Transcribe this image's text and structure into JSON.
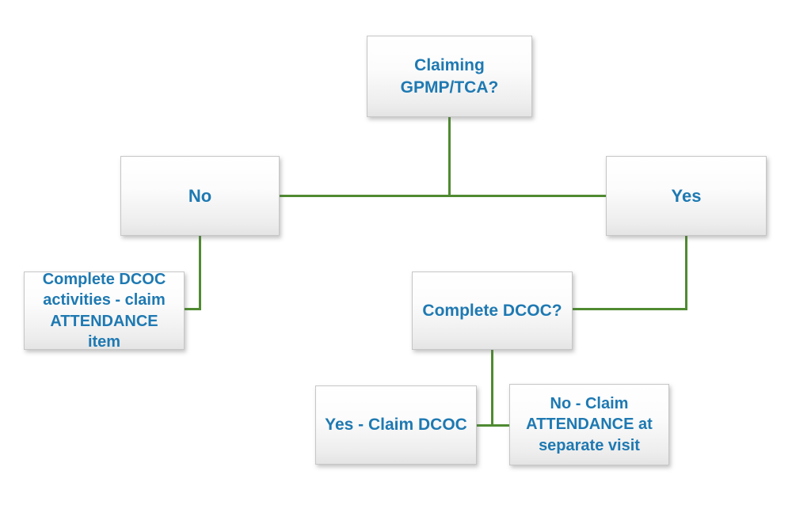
{
  "diagram": {
    "type": "flowchart",
    "colors": {
      "node_text": "#1e79b2",
      "connector": "#4f8b31",
      "node_background_top": "#ffffff",
      "node_background_bottom": "#e4e4e4",
      "node_border": "#c6c6c6",
      "page_background": "#ffffff"
    },
    "nodes": {
      "claiming": {
        "label": "Claiming GPMP/TCA?"
      },
      "no": {
        "label": "No"
      },
      "yes": {
        "label": "Yes"
      },
      "complete_attendance": {
        "label": "Complete DCOC activities - claim ATTENDANCE item"
      },
      "complete_dcoc": {
        "label": "Complete DCOC?"
      },
      "yes_claim_dcoc": {
        "label": "Yes - Claim DCOC"
      },
      "no_claim_attendance": {
        "label": "No - Claim ATTENDANCE at separate visit"
      }
    },
    "edges": [
      {
        "from": "claiming",
        "to": "no"
      },
      {
        "from": "claiming",
        "to": "yes"
      },
      {
        "from": "no",
        "to": "complete_attendance"
      },
      {
        "from": "yes",
        "to": "complete_dcoc"
      },
      {
        "from": "complete_dcoc",
        "to": "yes_claim_dcoc"
      },
      {
        "from": "complete_dcoc",
        "to": "no_claim_attendance"
      }
    ]
  }
}
